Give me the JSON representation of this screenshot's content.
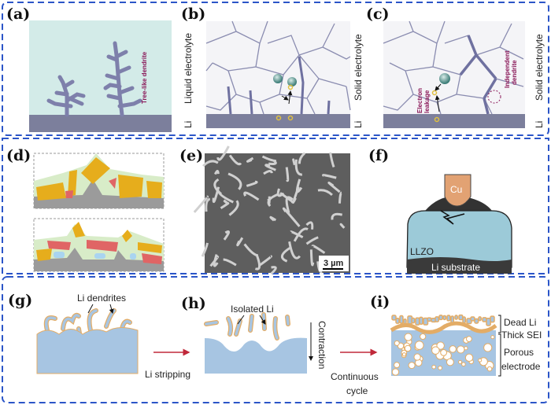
{
  "panels": {
    "a": {
      "label": "(a)",
      "dendrite_text": "Tree-like dendrite"
    },
    "b": {
      "label": "(b)",
      "electrolyte_text": "Liquid electrolyte",
      "li_text": "Li"
    },
    "c": {
      "label": "(c)",
      "electrolyte_text": "Solid electrolyte",
      "li_text": "Li",
      "leakage_text_1": "Electron",
      "leakage_text_2": "leakage",
      "independent_text_1": "Independent",
      "independent_text_2": "dendrite"
    },
    "d": {
      "label": "(d)"
    },
    "e": {
      "label": "(e)",
      "scale_bar": "3 µm"
    },
    "f": {
      "label": "(f)",
      "cu": "Cu",
      "llzo": "LLZO",
      "substrate": "Li substrate"
    },
    "g": {
      "label": "(g)",
      "dendrites_text": "Li dendrites",
      "arrow_text": "Li stripping"
    },
    "h": {
      "label": "(h)",
      "isolated_text": "Isolated Li",
      "contraction_text": "Contraction",
      "arrow_text_1": "Continuous",
      "arrow_text_2": "cycle"
    },
    "i": {
      "label": "(i)",
      "dead_li": "Dead Li",
      "thick_sei": "Thick SEI",
      "porous_1": "Porous",
      "porous_2": "electrode"
    }
  },
  "colors": {
    "frame": "#2b55c8",
    "li_metal": "#7c7f9c",
    "dendrite": "#7e80ab",
    "liquid": "#d3ebe8",
    "electrode": "#a7c5e2",
    "sei": "#e3ac66",
    "arrow": "#c0283a"
  }
}
